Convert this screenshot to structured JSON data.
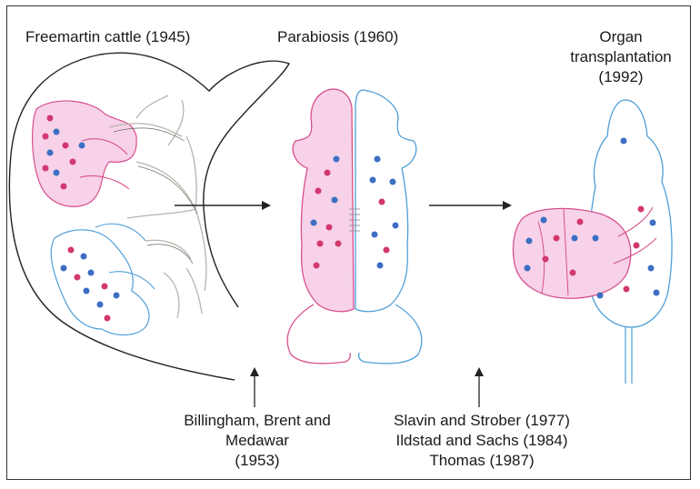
{
  "panels": {
    "freemartin": {
      "title": "Freemartin cattle (1945)"
    },
    "parabiosis": {
      "title": "Parabiosis (1960)"
    },
    "organ": {
      "title_line1": "Organ",
      "title_line2": "transplantation",
      "title_line3": "(1992)"
    }
  },
  "citations": {
    "left": {
      "line1": "Billingham, Brent and",
      "line2": "Medawar",
      "line3": "(1953)"
    },
    "right": {
      "line1": "Slavin and Strober (1977)",
      "line2": "Ildstad and Sachs (1984)",
      "line3": "Thomas (1987)"
    }
  },
  "colors": {
    "pink_fill": "#f7d2e8",
    "pink_line": "#d7508e",
    "blue_line": "#4f9fd8",
    "dot_pink": "#d2386e",
    "dot_blue": "#3c6fc4",
    "ink": "#222222"
  }
}
